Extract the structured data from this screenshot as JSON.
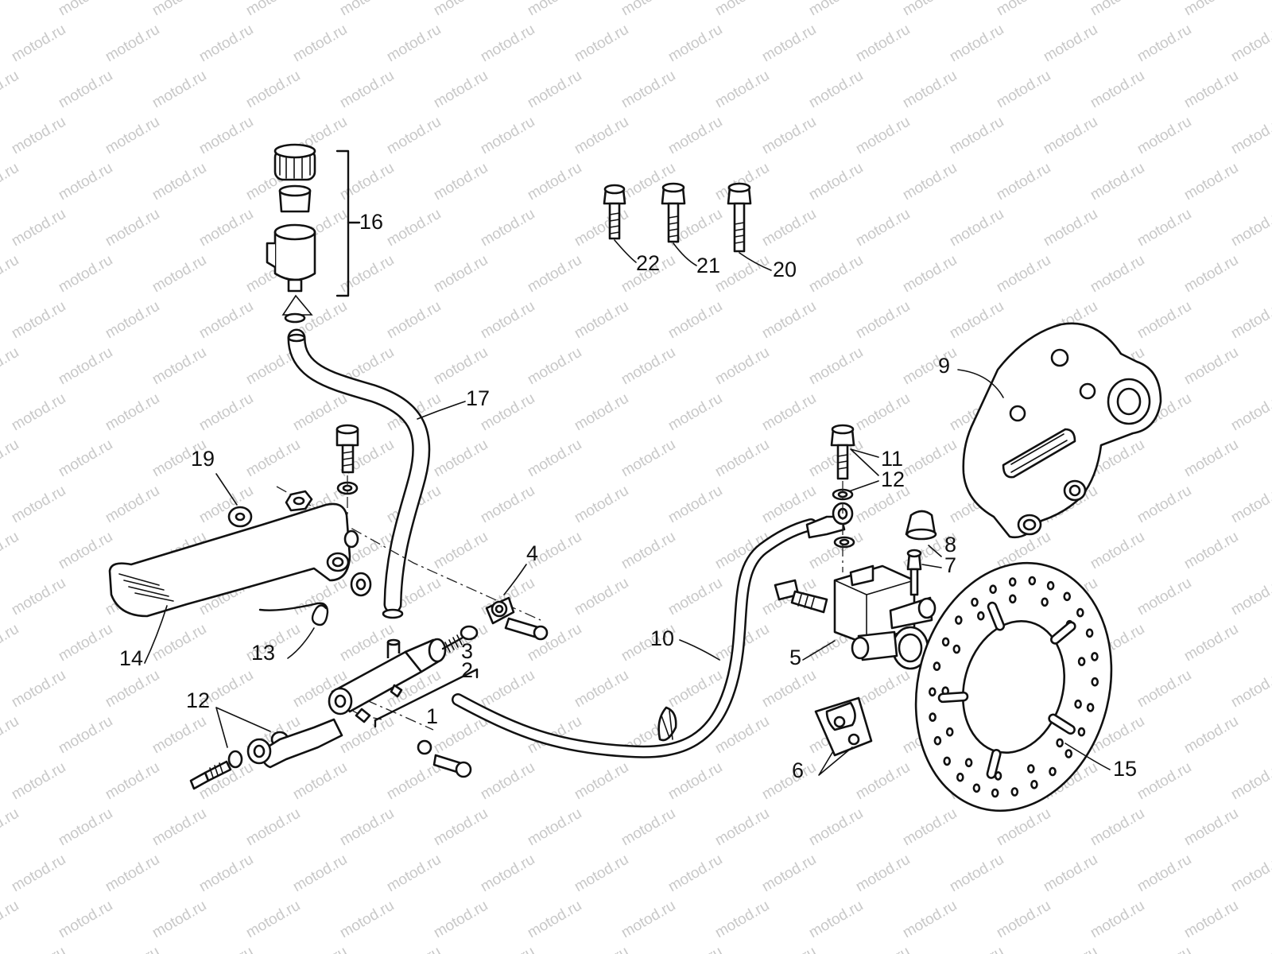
{
  "watermark": "motod.ru",
  "colors": {
    "line": "#111111",
    "background": "#ffffff",
    "watermark": "#c8c8c8"
  },
  "callouts": {
    "c1": "1",
    "c2": "2",
    "c3": "3",
    "c4": "4",
    "c5": "5",
    "c6": "6",
    "c7": "7",
    "c8": "8",
    "c9": "9",
    "c10": "10",
    "c11": "11",
    "c12a": "12",
    "c12b": "12",
    "c13": "13",
    "c14": "14",
    "c15": "15",
    "c16": "16",
    "c17": "17",
    "c19": "19",
    "c20": "20",
    "c21": "21",
    "c22": "22"
  }
}
